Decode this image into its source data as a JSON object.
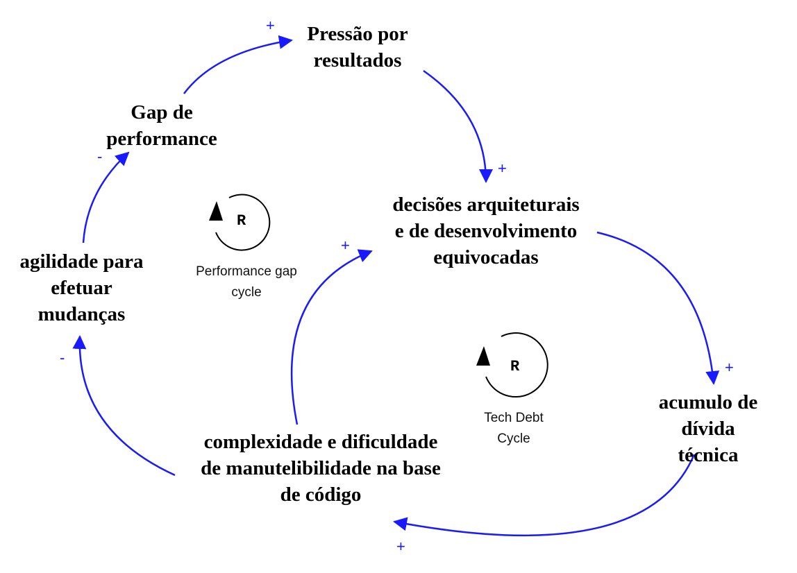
{
  "nodes": {
    "pressao": {
      "line1": "Pressão por",
      "line2": "resultados"
    },
    "gap": {
      "line1": "Gap de",
      "line2": "performance"
    },
    "decisoes": {
      "line1": "decisões arquiteturais",
      "line2": "e de desenvolvimento",
      "line3": "equivocadas"
    },
    "agilidade": {
      "line1": "agilidade para",
      "line2": "efetuar",
      "line3": "mudanças"
    },
    "acumulo": {
      "line1": "acumulo de",
      "line2": "dívida",
      "line3": "técnica"
    },
    "complexidade": {
      "line1": "complexidade e dificuldade",
      "line2": "de manutelibilidade na base",
      "line3": "de código"
    }
  },
  "loops": {
    "performance": {
      "letter": "R",
      "label_line1": "Performance gap",
      "label_line2": "cycle"
    },
    "techdebt": {
      "letter": "R",
      "label_line1": "Tech Debt",
      "label_line2": "Cycle"
    }
  },
  "polarities": {
    "gap_to_pressao": "+",
    "pressao_to_decisoes": "+",
    "decisoes_to_acumulo": "+",
    "acumulo_to_complexidade": "+",
    "complexidade_to_decisoes": "+",
    "complexidade_to_agilidade": "-",
    "agilidade_to_gap": "-"
  },
  "colors": {
    "link": "#1a1aff",
    "text": "#000000",
    "loop_marker": "#000000"
  }
}
